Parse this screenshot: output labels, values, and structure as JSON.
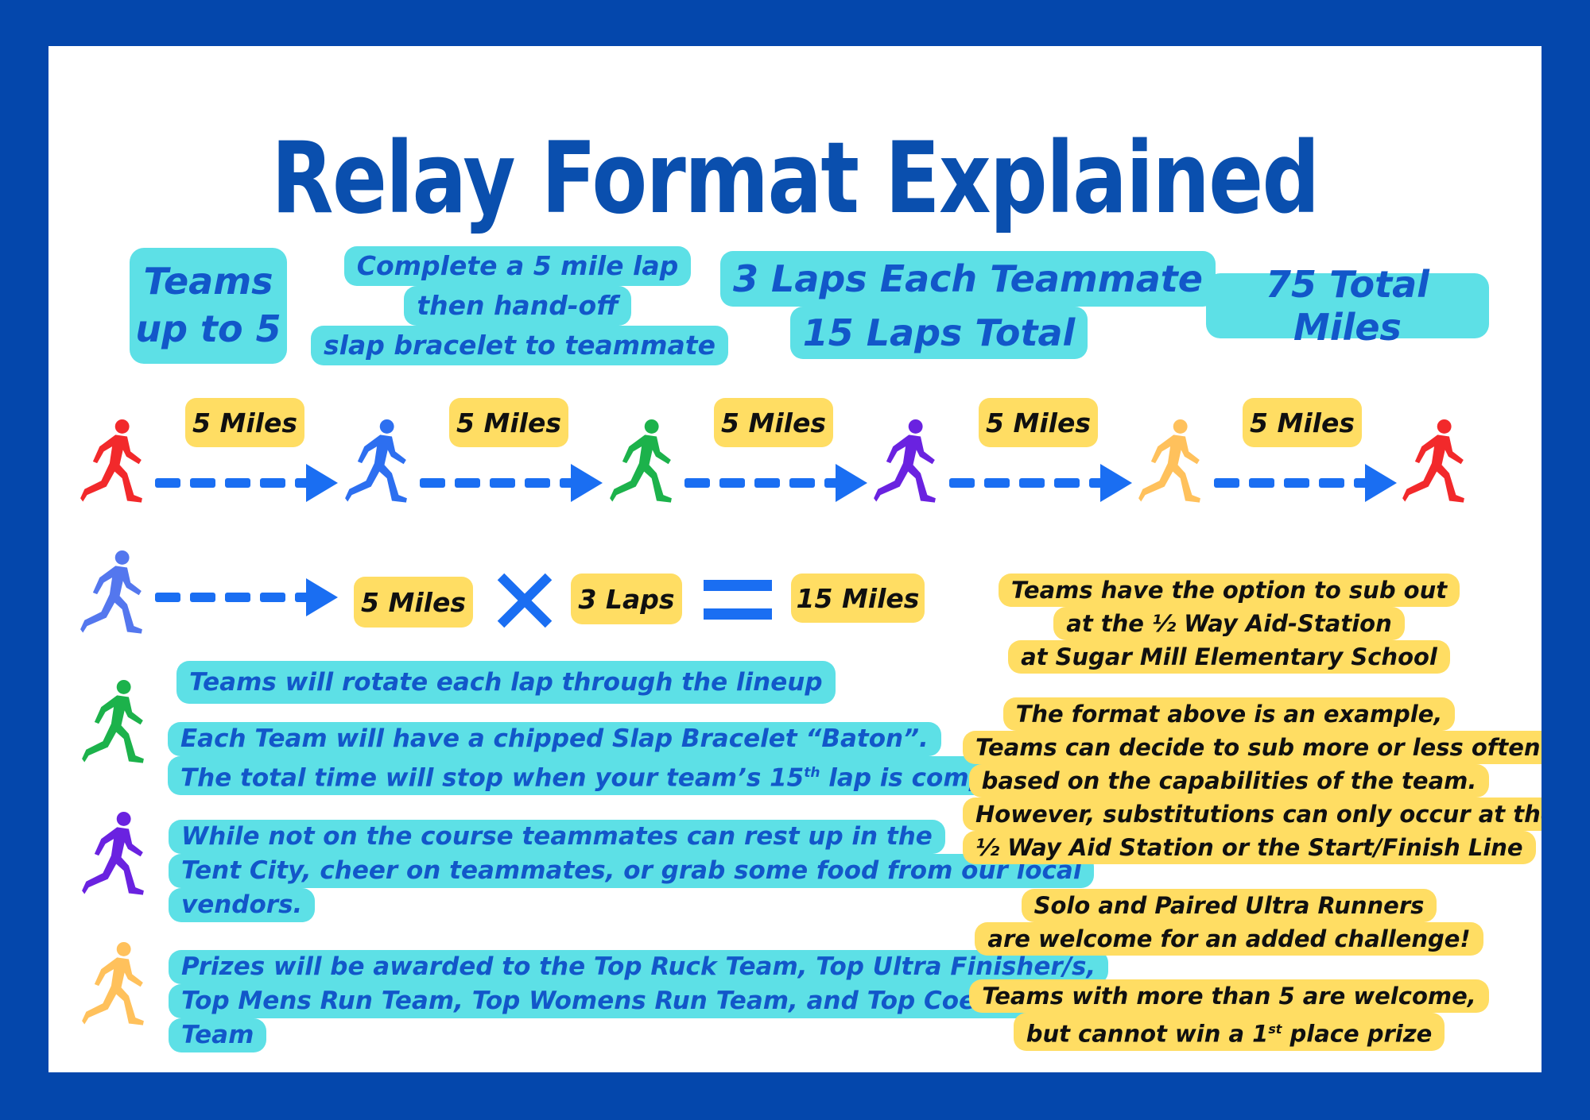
{
  "title": "Relay Format Explained",
  "colors": {
    "border": "#0447ac",
    "title": "#0a4fae",
    "cyan": "#5de0e6",
    "yellow": "#ffdd63",
    "arrow": "#1a6ef2"
  },
  "info_boxes": {
    "teams": [
      "Teams",
      "up to 5"
    ],
    "lap": [
      "Complete a 5 mile lap",
      "then hand-off",
      "slap bracelet to teammate"
    ],
    "laps": [
      "3 Laps Each Teammate",
      "15 Laps Total"
    ],
    "total": "75 Total Miles"
  },
  "relay": {
    "leg_label": "5 Miles",
    "runner_colors": [
      "#f2292b",
      "#2d6ff0",
      "#1cb24b",
      "#6a22e0",
      "#ffc15c",
      "#f2292b"
    ]
  },
  "equation": {
    "runner_color": "#5477ee",
    "miles": "5 Miles",
    "times_icon": "multiply-icon",
    "laps": "3 Laps",
    "equals_icon": "equals-icon",
    "result": "15 Miles"
  },
  "notes_left": {
    "rotate": "Teams will rotate each lap through the lineup",
    "baton_line1": "Each Team will have a chipped Slap Bracelet “Baton”.",
    "baton_line2_pre": "The total time will stop when your team’s 15",
    "baton_line2_sup": "th",
    "baton_line2_post": " lap is completed",
    "rest": [
      "While not on the course teammates can rest up in the",
      "Tent City, cheer on teammates, or grab some food from our local",
      "vendors."
    ],
    "prizes": [
      "Prizes will be awarded to the Top Ruck Team, Top Ultra Finisher/s,",
      "Top Mens Run Team, Top Womens Run Team, and Top Coed Run",
      "Team"
    ],
    "runner_colors": [
      "#1cb24b",
      "#6a22e0",
      "#ffc15c"
    ]
  },
  "notes_right": {
    "sub": [
      "Teams have the option to sub out",
      "at the ½ Way Aid-Station",
      "at Sugar Mill Elementary School"
    ],
    "format": [
      "The format above is an example,",
      "Teams can decide to sub more or less often",
      "based on the capabilities of the team.",
      "However, substitutions can only occur at the",
      "½ Way Aid Station or the Start/Finish Line"
    ],
    "ultra": [
      "Solo and Paired Ultra Runners",
      "are welcome for an added challenge!"
    ],
    "more_line1": "Teams with more than 5 are welcome,",
    "more_line2_pre": "but cannot win a 1",
    "more_line2_sup": "st",
    "more_line2_post": " place prize"
  }
}
